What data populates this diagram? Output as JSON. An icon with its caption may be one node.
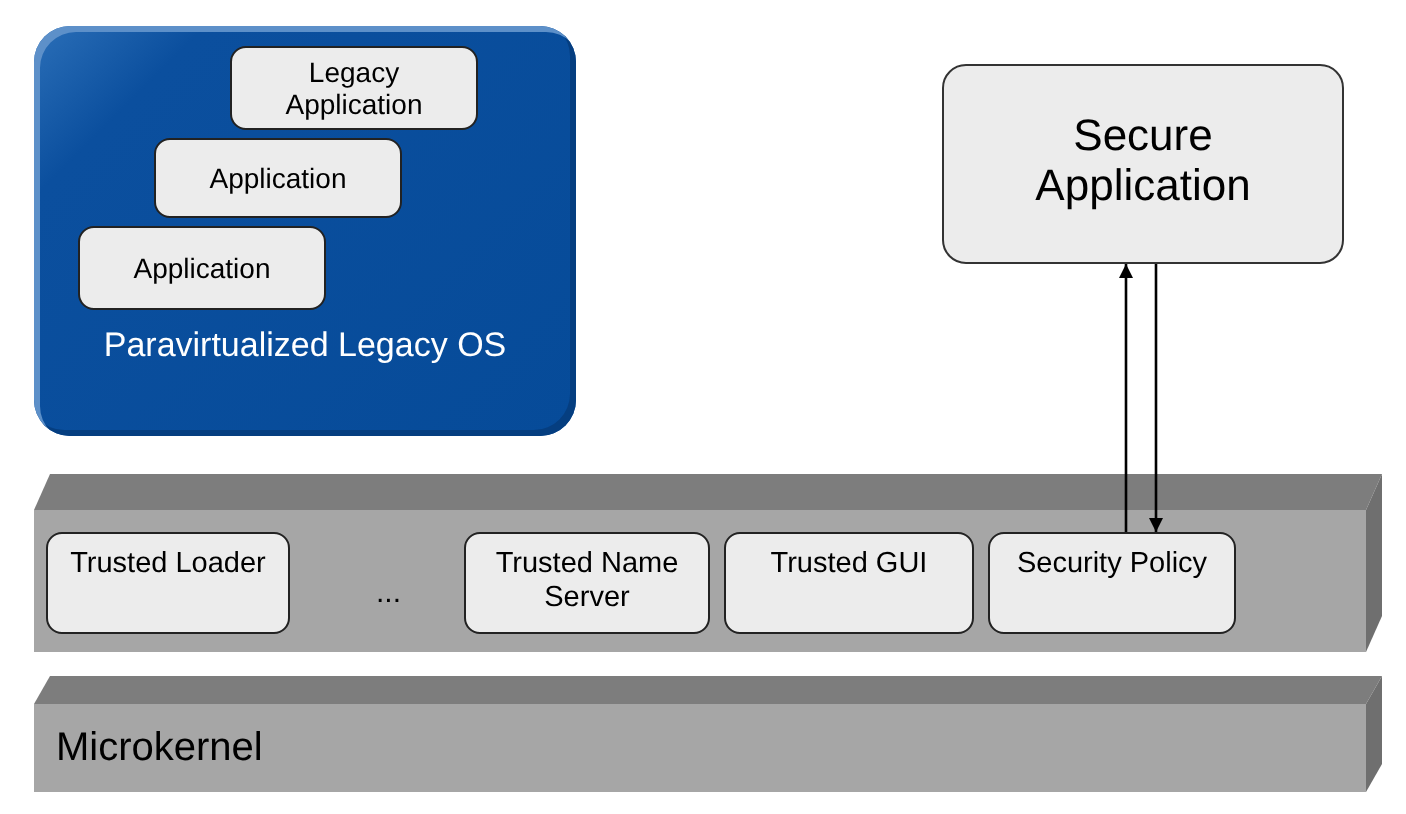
{
  "diagram": {
    "nodes": [
      {
        "text": [
          "Paravirtualized Legacy OS"
        ]
      },
      {
        "text": [
          "Application"
        ],
        "in": 0
      },
      {
        "text": [
          "Application"
        ],
        "in": 0
      },
      {
        "text": [
          "Legacy Application"
        ],
        "in": 0
      },
      {
        "text": [
          "Secure Application"
        ]
      },
      {
        "text": [],
        "shape": "bar"
      },
      {
        "text": [
          "Trusted Loader"
        ],
        "in": 5
      },
      {
        "text": [
          "Trusted Name Server"
        ],
        "in": 5
      },
      {
        "text": [
          "Trusted GUI"
        ],
        "in": 5
      },
      {
        "text": [
          "Security Policy"
        ],
        "in": 5
      },
      {
        "text": [
          "Microkernel"
        ]
      }
    ],
    "edges": [
      {
        "from": 9,
        "to": 4,
        "arrow": "to"
      },
      {
        "from": 4,
        "to": 9,
        "arrow": "to"
      }
    ],
    "labels": [
      "..."
    ]
  }
}
